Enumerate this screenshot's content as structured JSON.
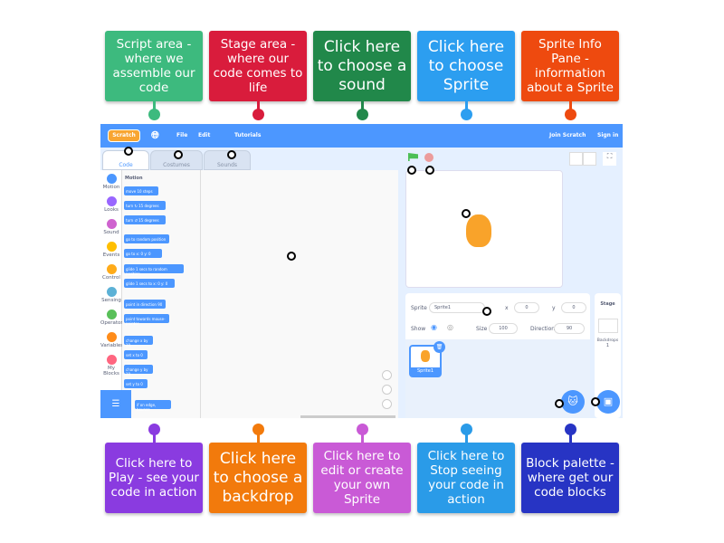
{
  "top_labels": [
    {
      "text": "Script area - where we assemble our code",
      "color": "#3dba7e"
    },
    {
      "text": "Stage area - where our code comes to life",
      "color": "#d91c3c"
    },
    {
      "text": "Click here to choose a sound",
      "color": "#21884a"
    },
    {
      "text": "Click here to choose Sprite",
      "color": "#2c9ef0"
    },
    {
      "text": "Sprite Info Pane - information about a Sprite",
      "color": "#ee4a0f"
    }
  ],
  "bottom_labels": [
    {
      "text": "Click here to Play - see your code in action",
      "color": "#8a3be0"
    },
    {
      "text": "Click here to choose a backdrop",
      "color": "#f27a0c"
    },
    {
      "text": "Click here to edit or create your own Sprite",
      "color": "#c95ad6"
    },
    {
      "text": "Click here to Stop seeing your code in action",
      "color": "#2a9be8"
    },
    {
      "text": "Block palette - where get our code blocks",
      "color": "#2734c4"
    }
  ],
  "ui": {
    "logo": "Scratch",
    "menu": {
      "file": "File",
      "edit": "Edit",
      "tutorials": "Tutorials",
      "join": "Join Scratch",
      "signin": "Sign in"
    },
    "tabs": {
      "code": "Code",
      "costumes": "Costumes",
      "sounds": "Sounds"
    },
    "categories": [
      {
        "label": "Motion",
        "color": "#4c97ff"
      },
      {
        "label": "Looks",
        "color": "#9966ff"
      },
      {
        "label": "Sound",
        "color": "#cf63cf"
      },
      {
        "label": "Events",
        "color": "#ffbf00"
      },
      {
        "label": "Control",
        "color": "#ffab19"
      },
      {
        "label": "Sensing",
        "color": "#5cb1d6"
      },
      {
        "label": "Operators",
        "color": "#59c059"
      },
      {
        "label": "Variables",
        "color": "#ff8c1a"
      },
      {
        "label": "My Blocks",
        "color": "#ff6680"
      }
    ],
    "palette_heading": "Motion",
    "blocks": [
      "move 10 steps",
      "turn ↻ 15 degrees",
      "turn ↺ 15 degrees",
      "go to random position",
      "go to x: 0 y: 0",
      "glide 1 secs to random position",
      "glide 1 secs to x: 0 y: 0",
      "point in direction 90",
      "point towards mouse-pointer",
      "change x by 10",
      "set x to 0",
      "change y by 10",
      "set y to 0",
      "if on edge, bounce"
    ],
    "sprite_info": {
      "sprite_label": "Sprite",
      "sprite_name": "Sprite1",
      "x_label": "x",
      "x": "0",
      "y_label": "y",
      "y": "0",
      "show_label": "Show",
      "size_label": "Size",
      "size": "100",
      "direction_label": "Direction",
      "direction": "90"
    },
    "sprite_thumb": "Sprite1",
    "stage_pane": {
      "title": "Stage",
      "backdrops_label": "Backdrops",
      "backdrops_count": "1"
    }
  }
}
